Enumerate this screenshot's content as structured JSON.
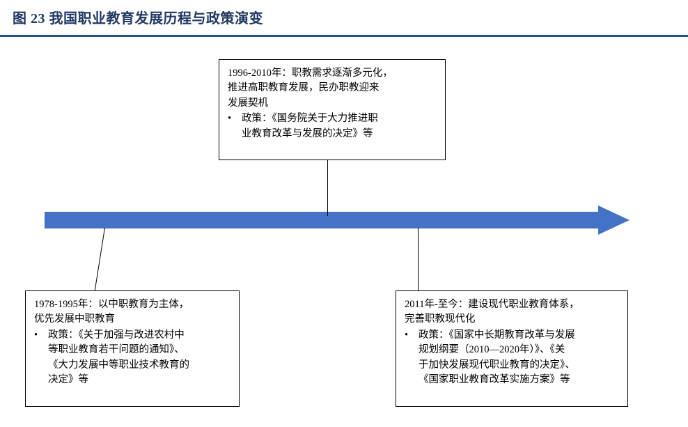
{
  "header": {
    "title": "图 23  我国职业教育发展历程与政策演变",
    "accent_color": "#1f3864",
    "rule_color": "#2e4b8f"
  },
  "timeline": {
    "name": "horizontal-arrow",
    "color": "#4472c4",
    "direction": "right"
  },
  "callouts": {
    "top": {
      "head": "1996-2010年：职教需求逐渐多元化，\n推进高职教育发展，民办职教迎来\n发展契机",
      "bullet_mark": "•",
      "bullet": "政策：《国务院关于大力推进职\n业教育改革与发展的决定》等"
    },
    "left": {
      "head": "1978-1995年：以中职教育为主体，\n优先发展中职教育",
      "bullet_mark": "•",
      "bullet": "政策：《关于加强与改进农村中\n等职业教育若干问题的通知》、\n《大力发展中等职业技术教育的\n决定》等"
    },
    "right": {
      "head": "2011年-至今：建设现代职业教育体系，\n完善职教现代化",
      "bullet_mark": "•",
      "bullet": "政策：《国家中长期教育改革与发展\n规划纲要（2010—2020年）》、《关\n于加快发展现代职业教育的决定》、\n《国家职业教育改革实施方案》等"
    }
  }
}
